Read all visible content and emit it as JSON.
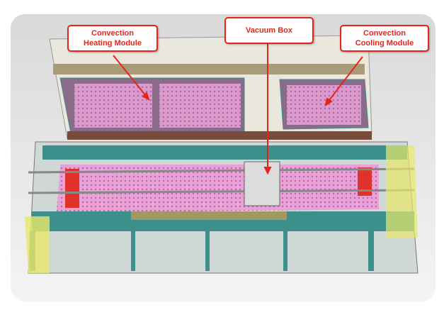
{
  "labels": {
    "heating": {
      "line1": "Convection",
      "line2": "Heating Module"
    },
    "vacuum": {
      "line1": "Vacuum Box"
    },
    "cooling": {
      "line1": "Convection",
      "line2": "Cooling Module"
    }
  },
  "colors": {
    "callout": "#e8231c",
    "frame": "#3d8f8c",
    "panel": "#d678c0",
    "heater": "#e0322a"
  }
}
